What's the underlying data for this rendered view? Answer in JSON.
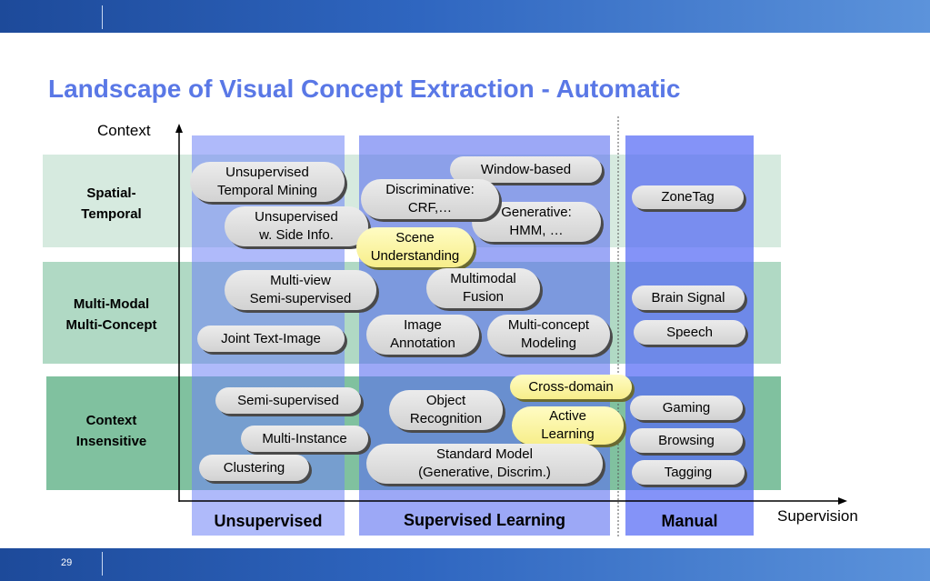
{
  "slide": {
    "title": "Landscape of Visual Concept Extraction - Automatic",
    "page_number": "29"
  },
  "axes": {
    "y_label": "Context",
    "x_label": "Supervision"
  },
  "columns": [
    {
      "label": "Unsupervised"
    },
    {
      "label": "Supervised Learning"
    },
    {
      "label": "Manual"
    }
  ],
  "rows": [
    {
      "label_line1": "Spatial-",
      "label_line2": "Temporal"
    },
    {
      "label_line1": "Multi-Modal",
      "label_line2": "Multi-Concept"
    },
    {
      "label_line1": "Context",
      "label_line2": "Insensitive"
    }
  ],
  "items": {
    "unsupervised_temporal_mining": [
      "Unsupervised",
      "Temporal Mining"
    ],
    "unsupervised_side_info": [
      "Unsupervised",
      "w. Side Info."
    ],
    "window_based": [
      "Window-based"
    ],
    "discriminative_crf": [
      "Discriminative:",
      "CRF,…"
    ],
    "generative_hmm": [
      "Generative:",
      "HMM, …"
    ],
    "scene_understanding": [
      "Scene",
      "Understanding"
    ],
    "zonetag": [
      "ZoneTag"
    ],
    "multi_view": [
      "Multi-view",
      "Semi-supervised"
    ],
    "multimodal_fusion": [
      "Multimodal",
      "Fusion"
    ],
    "brain_signal": [
      "Brain Signal"
    ],
    "joint_text_image": [
      "Joint Text-Image"
    ],
    "image_annotation": [
      "Image",
      "Annotation"
    ],
    "multi_concept_modeling": [
      "Multi-concept",
      "Modeling"
    ],
    "speech": [
      "Speech"
    ],
    "cross_domain": [
      "Cross-domain"
    ],
    "semi_supervised": [
      "Semi-supervised"
    ],
    "object_recognition": [
      "Object",
      "Recognition"
    ],
    "gaming": [
      "Gaming"
    ],
    "active_learning": [
      "Active",
      "Learning"
    ],
    "multi_instance": [
      "Multi-Instance"
    ],
    "browsing": [
      "Browsing"
    ],
    "clustering": [
      "Clustering"
    ],
    "standard_model": [
      "Standard Model",
      "(Generative, Discrim.)"
    ],
    "tagging": [
      "Tagging"
    ]
  },
  "colors": {
    "title": "#5a78e6",
    "band_light": "#d6eadf",
    "band_mid": "#b0d9c4",
    "band_dark": "#80c19f",
    "column_light": "#9aa8f4",
    "column_mid": "#7f90f0",
    "column_strong": "#6a7ff0",
    "highlight": "#f7ee8a"
  }
}
